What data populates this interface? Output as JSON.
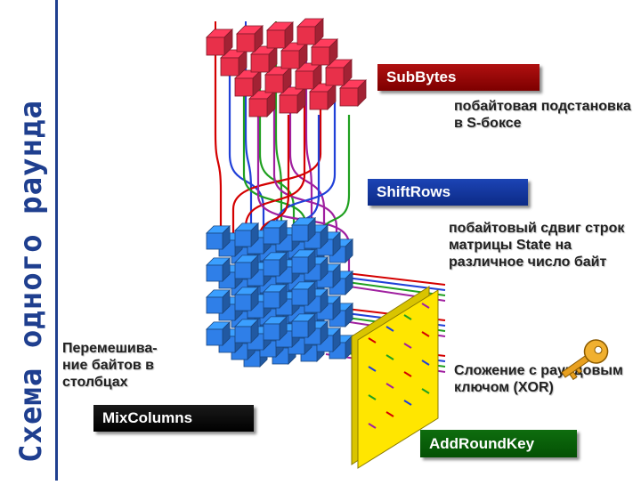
{
  "title": "Схема одного раунда",
  "stages": {
    "sub_bytes": {
      "label": "SubBytes",
      "description": "побайтовая подстановка в S-боксе",
      "color": "#9a0a0a"
    },
    "shift_rows": {
      "label": "ShiftRows",
      "description": "побайтовый сдвиг строк матрицы State на различное число байт",
      "color": "#1238a8"
    },
    "mix_columns": {
      "label": "MixColumns",
      "description": "Перемешива-ние байтов в столбцах",
      "color": "#050505"
    },
    "add_round_key": {
      "label": "AddRoundKey",
      "description": "Сложение с раундовым ключом (XOR)",
      "color": "#0a610a"
    }
  },
  "colors": {
    "cube_red": "#e8304a",
    "cube_blue": "#2f7fe8",
    "plane_yellow": "#ffe600",
    "key_gold": "#e8a020",
    "wires": [
      "#d40000",
      "#2040d8",
      "#20a020",
      "#a020a0"
    ]
  },
  "icons": {
    "key": "key-icon"
  }
}
